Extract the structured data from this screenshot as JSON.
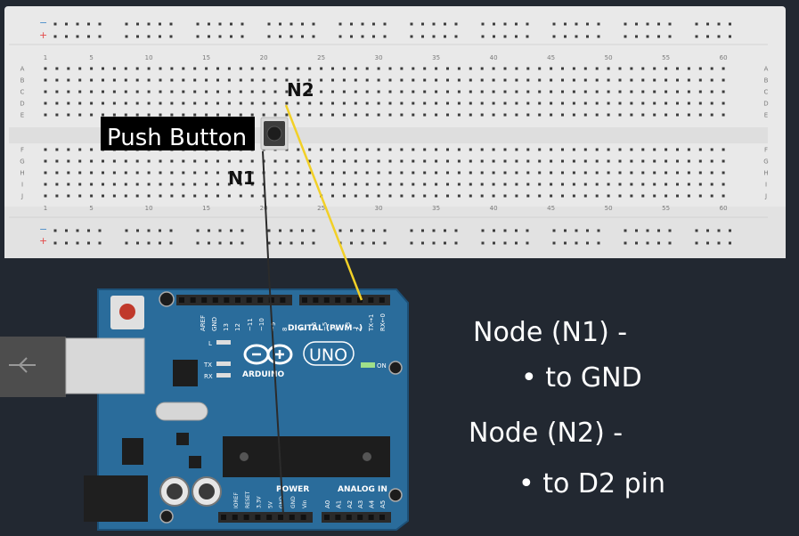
{
  "breadboard": {
    "top_rail_minus": "−",
    "top_rail_plus": "+",
    "bottom_rail_minus": "−",
    "bottom_rail_plus": "+",
    "column_numbers": [
      "1",
      "5",
      "10",
      "15",
      "20",
      "25",
      "30",
      "35",
      "40",
      "45",
      "50",
      "55",
      "60"
    ],
    "row_letters_top": [
      "A",
      "B",
      "C",
      "D",
      "E"
    ],
    "row_letters_bottom": [
      "F",
      "G",
      "H",
      "I",
      "J"
    ]
  },
  "annotations": {
    "push_button_label": "Push Button",
    "n1_label": "N1",
    "n2_label": "N2",
    "note_line1": "Node (N1) -",
    "note_line2": "• to GND",
    "note_line3": "Node (N2) -",
    "note_line4": "• to D2 pin"
  },
  "arduino": {
    "brand": "ARDUINO",
    "model": "UNO",
    "digital_header": "DIGITAL (PWM~)",
    "power_header": "POWER",
    "analog_header": "ANALOG IN",
    "on_label": "ON",
    "l_label": "L",
    "tx_label": "TX",
    "rx_label": "RX",
    "digital_pins": [
      "AREF",
      "GND",
      "13",
      "12",
      "~11",
      "~10",
      "~9",
      "8",
      "7",
      "~6",
      "~5",
      "4",
      "~3",
      "2",
      "TX→1",
      "RX←0"
    ],
    "power_pins": [
      "IOREF",
      "RESET",
      "3.3V",
      "5V",
      "GND",
      "GND",
      "Vin"
    ],
    "analog_pins": [
      "A0",
      "A1",
      "A2",
      "A3",
      "A4",
      "A5"
    ]
  },
  "colors": {
    "background": "#222831",
    "breadboard": "#e9e9e9",
    "board": "#2a6c9b",
    "wire_signal": "#f2d027",
    "wire_ground": "#2b2b2b"
  }
}
